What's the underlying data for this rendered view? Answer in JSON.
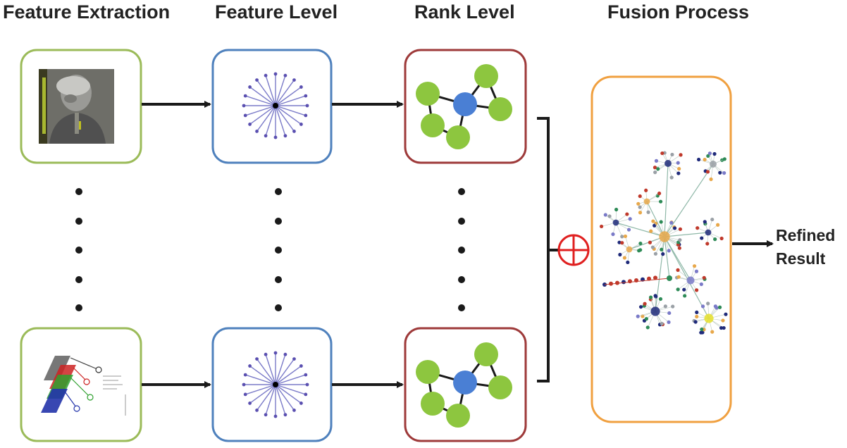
{
  "headers": {
    "feature_extraction": "Feature Extraction",
    "feature_level": "Feature Level",
    "rank_level": "Rank Level",
    "fusion_process": "Fusion Process"
  },
  "output": {
    "line1": "Refined",
    "line2": "Result"
  },
  "colors": {
    "extraction_border": "#9bbb59",
    "feature_border": "#4f81bd",
    "rank_border": "#9e3a3a",
    "fusion_border": "#f0a040",
    "fusion_symbol": "#e02020",
    "node_green": "#8dc63f",
    "node_blue": "#4a7fd4",
    "spoke_blue": "#6a6acc"
  },
  "icons": {
    "fusion_operator": "circled-plus-icon",
    "continuation": "vertical-dots-icon"
  }
}
